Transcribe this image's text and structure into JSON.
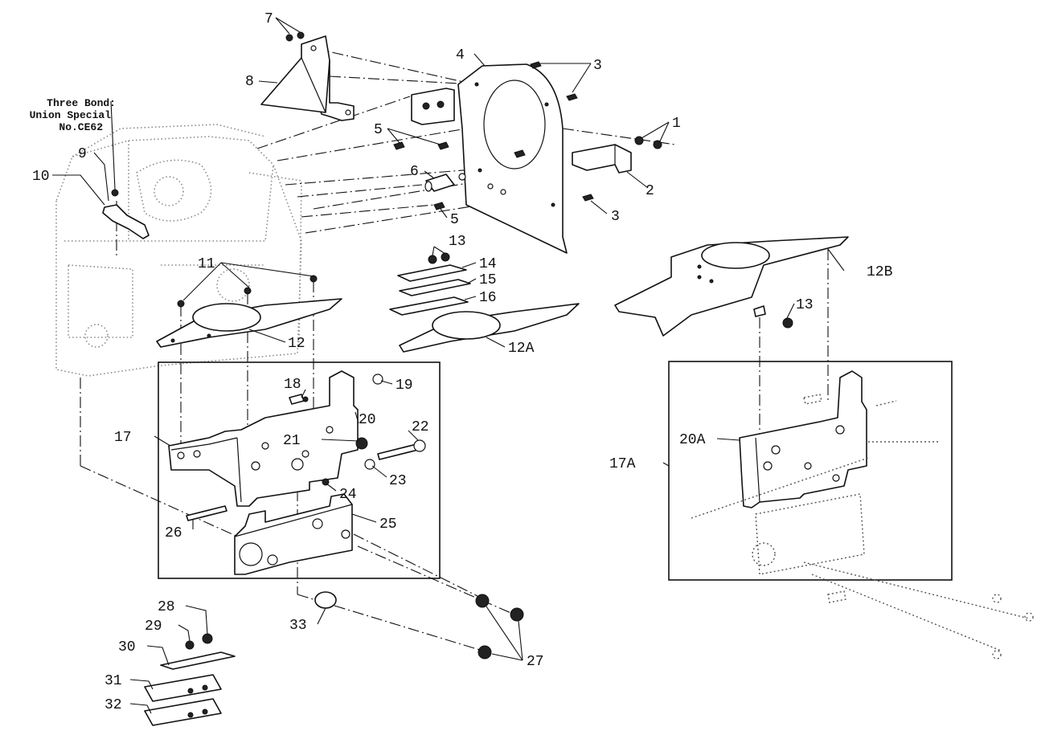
{
  "diagram": {
    "note": [
      "Three Bond:",
      "Union Special",
      "No.CE62"
    ],
    "callouts": {
      "c1": "1",
      "c2": "2",
      "c3a": "3",
      "c3b": "3",
      "c4": "4",
      "c5a": "5",
      "c5b": "5",
      "c6": "6",
      "c7": "7",
      "c8": "8",
      "c9": "9",
      "c10": "10",
      "c11": "11",
      "c12": "12",
      "c12A": "12A",
      "c12B": "12B",
      "c13a": "13",
      "c13b": "13",
      "c14": "14",
      "c15": "15",
      "c16": "16",
      "c17": "17",
      "c17A": "17A",
      "c18": "18",
      "c19": "19",
      "c20": "20",
      "c20A": "20A",
      "c21": "21",
      "c22": "22",
      "c23": "23",
      "c24": "24",
      "c25": "25",
      "c26": "26",
      "c27": "27",
      "c28": "28",
      "c29": "29",
      "c30": "30",
      "c31": "31",
      "c32": "32",
      "c33": "33"
    }
  }
}
